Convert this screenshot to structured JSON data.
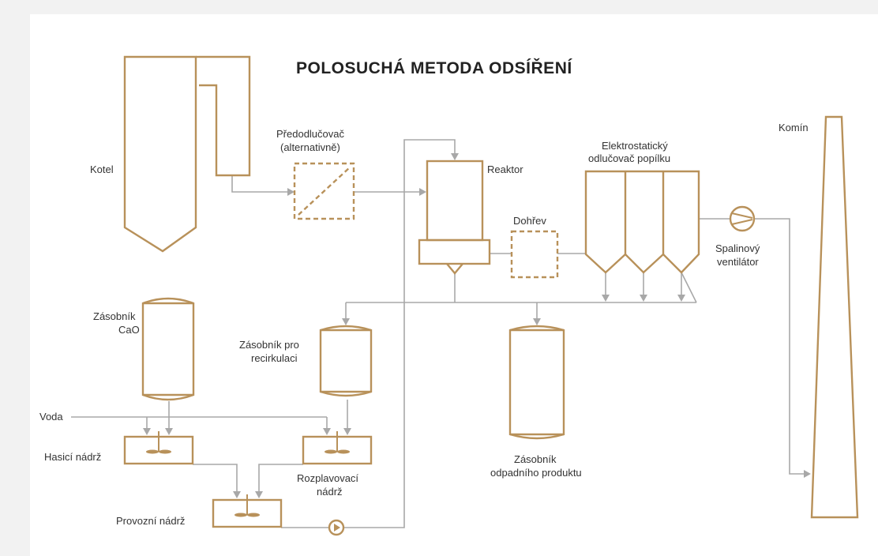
{
  "title": "POLOSUCHÁ METODA ODSÍŘENÍ",
  "labels": {
    "kotel": "Kotel",
    "predodlucovac_1": "Předodlučovač",
    "predodlucovac_2": "(alternativně)",
    "reaktor": "Reaktor",
    "dohrev": "Dohřev",
    "elektro_1": "Elektrostatický",
    "elektro_2": "odlučovač popílku",
    "komin": "Komín",
    "ventilator_1": "Spalinový",
    "ventilator_2": "ventilátor",
    "zasobnik_cao_1": "Zásobník",
    "zasobnik_cao_2": "CaO",
    "zasobnik_recirk_1": "Zásobník pro",
    "zasobnik_recirk_2": "recirkulaci",
    "zasobnik_odpad_1": "Zásobník",
    "zasobnik_odpad_2": "odpadního produktu",
    "voda": "Voda",
    "hasici": "Hasicí nádrž",
    "rozplavovaci_1": "Rozplavovací",
    "rozplavovaci_2": "nádrž",
    "provozni": "Provozní nádrž"
  },
  "colors": {
    "equipment": "#b8915a",
    "pipe": "#a8a8a8",
    "background": "#f2f2f2",
    "panel": "#ffffff"
  }
}
